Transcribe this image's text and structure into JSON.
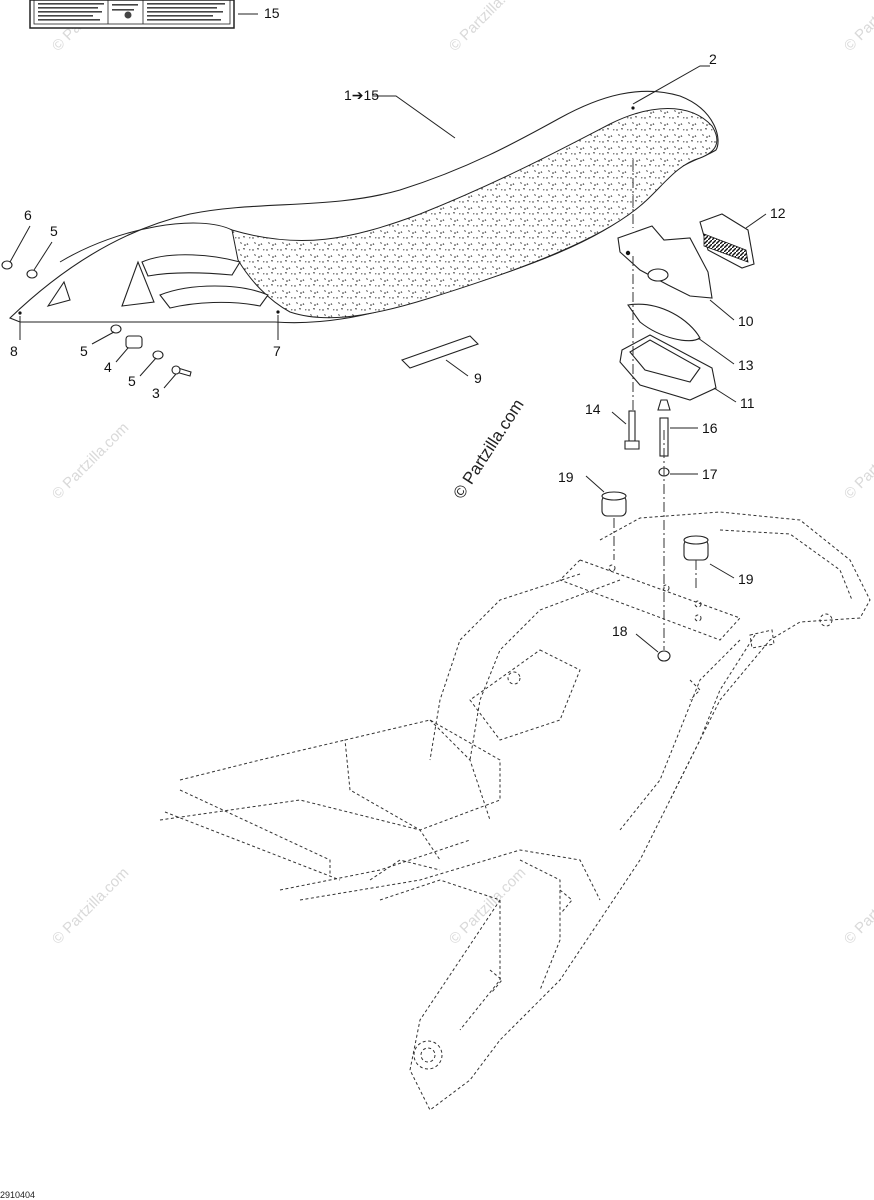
{
  "diagram": {
    "watermark_main": "© Partzilla.com",
    "watermark_faint": "© Partzilla.com",
    "drawing_code": "2910404",
    "callouts": {
      "c1": "1➔15",
      "c2": "2",
      "c3": "3",
      "c4": "4",
      "c5a": "5",
      "c5b": "5",
      "c5c": "5",
      "c6": "6",
      "c7": "7",
      "c8": "8",
      "c9": "9",
      "c10": "10",
      "c11": "11",
      "c12": "12",
      "c13": "13",
      "c14": "14",
      "c15": "15",
      "c16": "16",
      "c17": "17",
      "c18": "18",
      "c19a": "19",
      "c19b": "19"
    }
  }
}
